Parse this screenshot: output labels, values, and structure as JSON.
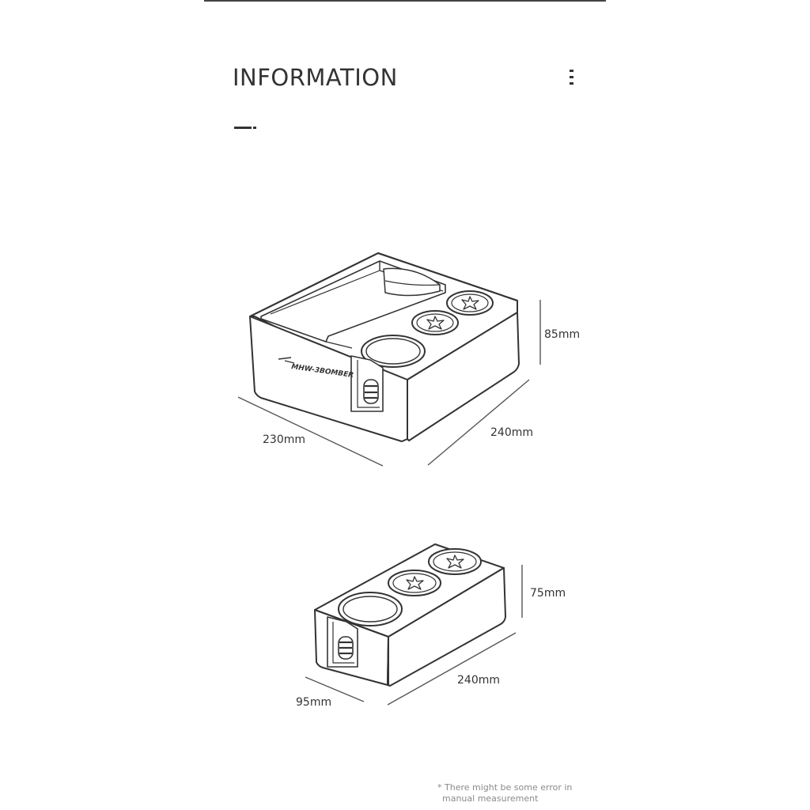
{
  "header": {
    "title": "INFORMATION"
  },
  "product_large": {
    "brand": "MHW-3BOMBER",
    "dimensions": {
      "height": "85mm",
      "width": "230mm",
      "length": "240mm"
    }
  },
  "product_small": {
    "dimensions": {
      "height": "75mm",
      "width": "95mm",
      "length": "240mm"
    }
  },
  "footnote": {
    "line1": "* There might be some error in",
    "line2": "manual measurement"
  }
}
